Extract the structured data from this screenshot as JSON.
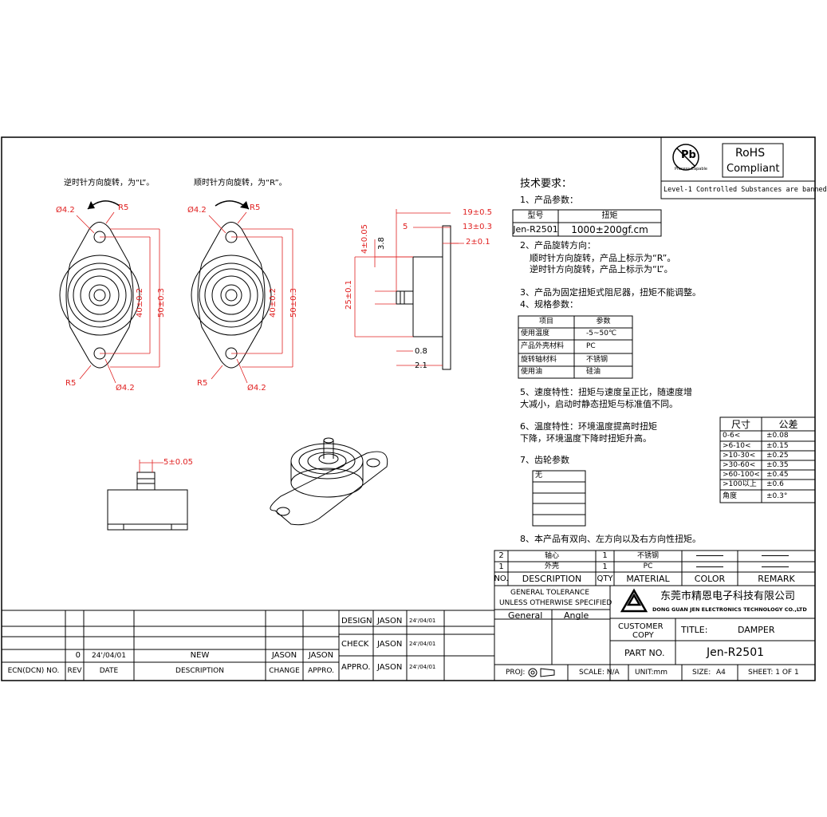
{
  "drawing": {
    "rotation_left_note": "逆时针方向旋转，为“L”。",
    "rotation_right_note": "顺时针方向旋转，为“R”。",
    "dims": {
      "hole_dia": "Ø4.2",
      "radius": "R5",
      "height_inner": "40±0.2",
      "height_outer": "50±0.3",
      "top_19": "19±0.5",
      "top_13": "13±0.3",
      "top_2": "2±0.1",
      "top_5": "5",
      "shaft_4": "4±0.05",
      "shaft_38": "3.8",
      "body_25": "25±0.1",
      "bot_08": "0.8",
      "bot_21": "2.1",
      "side_5": "5±0.05"
    }
  },
  "rohs": {
    "pb_label": "Pb",
    "pb_caption": "Process Capable",
    "title_line1": "RoHS",
    "title_line2": "Compliant",
    "note": "Level-1 Controlled Substances are banned"
  },
  "tech": {
    "heading": "技术要求：",
    "item1": "1、产品参数：",
    "param_headers": [
      "型号",
      "扭矩"
    ],
    "param_row": [
      "Jen-R2501",
      "1000±200gf.cm"
    ],
    "item2": "2、产品旋转方向：",
    "item2_line1": "顺时针方向旋转，产品上标示为“R”。",
    "item2_line2": "逆时针方向旋转，产品上标示为“L”。",
    "item3": "3、产品为固定扭矩式阻尼器，扭矩不能调整。",
    "item4": "4、规格参数：",
    "spec_headers": [
      "项目",
      "参数"
    ],
    "spec_rows": [
      [
        "使用温度",
        "-5~50℃"
      ],
      [
        "产品外壳材料",
        "PC"
      ],
      [
        "旋转轴材料",
        "不锈钢"
      ],
      [
        "使用油",
        "硅油"
      ]
    ],
    "item5_line1": "5、速度特性：扭矩与速度呈正比，随速度增",
    "item5_line2": "大减小，启动时静态扭矩与标准值不同。",
    "item6_line1": "6、温度特性：环境温度提高时扭矩",
    "item6_line2": "下降，环境温度下降时扭矩升高。",
    "item7": "7、齿轮参数",
    "gear_first": "无",
    "item8": "8、本产品有双向、左方向以及右方向性扭矩。"
  },
  "tolerance": {
    "headers": [
      "尺寸",
      "公差"
    ],
    "rows": [
      [
        "0-6<",
        "±0.08"
      ],
      [
        ">6-10<",
        "±0.15"
      ],
      [
        ">10-30<",
        "±0.25"
      ],
      [
        ">30-60<",
        "±0.35"
      ],
      [
        ">60-100<",
        "±0.45"
      ],
      [
        ">100以上",
        "±0.6"
      ],
      [
        "角度",
        "±0.3°"
      ]
    ]
  },
  "bom": {
    "rows": [
      [
        "2",
        "轴心",
        "1",
        "不锈钢",
        "",
        ""
      ],
      [
        "1",
        "外壳",
        "1",
        "PC",
        "",
        ""
      ]
    ],
    "headers": [
      "NO.",
      "DESCRIPTION",
      "QTY",
      "MATERIAL",
      "COLOR",
      "REMARK"
    ]
  },
  "title_block": {
    "gen_tol_1": "GENERAL TOLERANCE",
    "gen_tol_2": "UNLESS OTHERWISE SPECIFIED",
    "col_general": "General",
    "col_angle": "Angle",
    "company_cn": "东莞市精恩电子科技有限公司",
    "company_en": "DONG GUAN JEN ELECTRONICS TECHNOLOGY CO.,LTD",
    "customer_copy_1": "CUSTOMER",
    "customer_copy_2": "COPY",
    "title_label": "TITLE:",
    "title_value": "DAMPER",
    "part_label": "PART NO.",
    "part_value": "Jen-R2501",
    "proj_label": "PROJ:",
    "scale": "SCALE: N/A",
    "unit": "UNIT:mm",
    "size_label": "SIZE:",
    "size_value": "A4",
    "sheet": "SHEET: 1 OF 1",
    "design_label": "DESIGN",
    "check_label": "CHECK",
    "appro_label": "APPRO.",
    "person": "JASON",
    "date": "24'/04/01"
  },
  "revision": {
    "row": [
      "0",
      "24'/04/01",
      "NEW",
      "JASON",
      "JASON"
    ],
    "headers": [
      "ECN(DCN) NO.",
      "REV",
      "DATE",
      "DESCRIPTION",
      "CHANGE",
      "APPRO."
    ]
  }
}
